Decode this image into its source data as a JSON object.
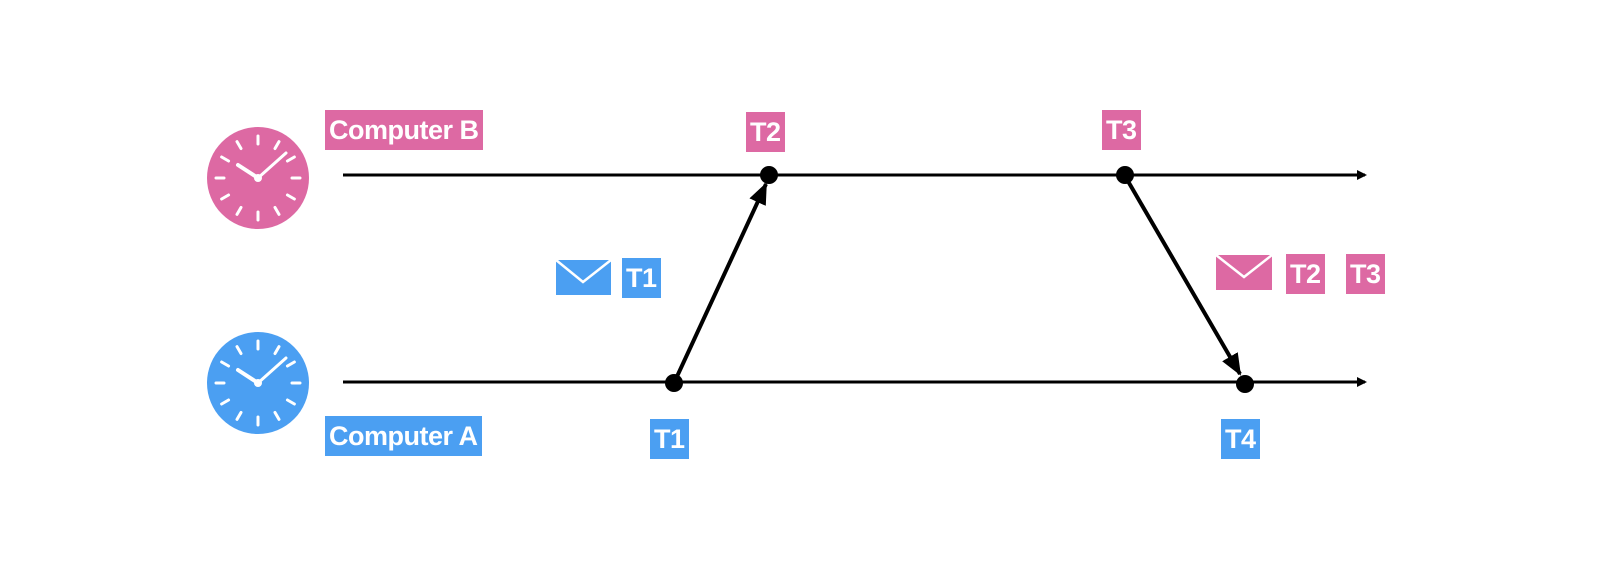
{
  "colors": {
    "computer_b": "#dd69a3",
    "computer_a": "#4b9ff2",
    "line": "#000000"
  },
  "computer_b": {
    "label": "Computer B",
    "icon": "clock-icon"
  },
  "computer_a": {
    "label": "Computer A",
    "icon": "clock-icon"
  },
  "events": {
    "t1": "T1",
    "t2": "T2",
    "t3": "T3",
    "t4": "T4"
  },
  "message_a_to_b": {
    "icon": "envelope-icon",
    "payload": [
      "T1"
    ]
  },
  "message_b_to_a": {
    "icon": "envelope-icon",
    "payload": [
      "T2",
      "T3"
    ]
  }
}
